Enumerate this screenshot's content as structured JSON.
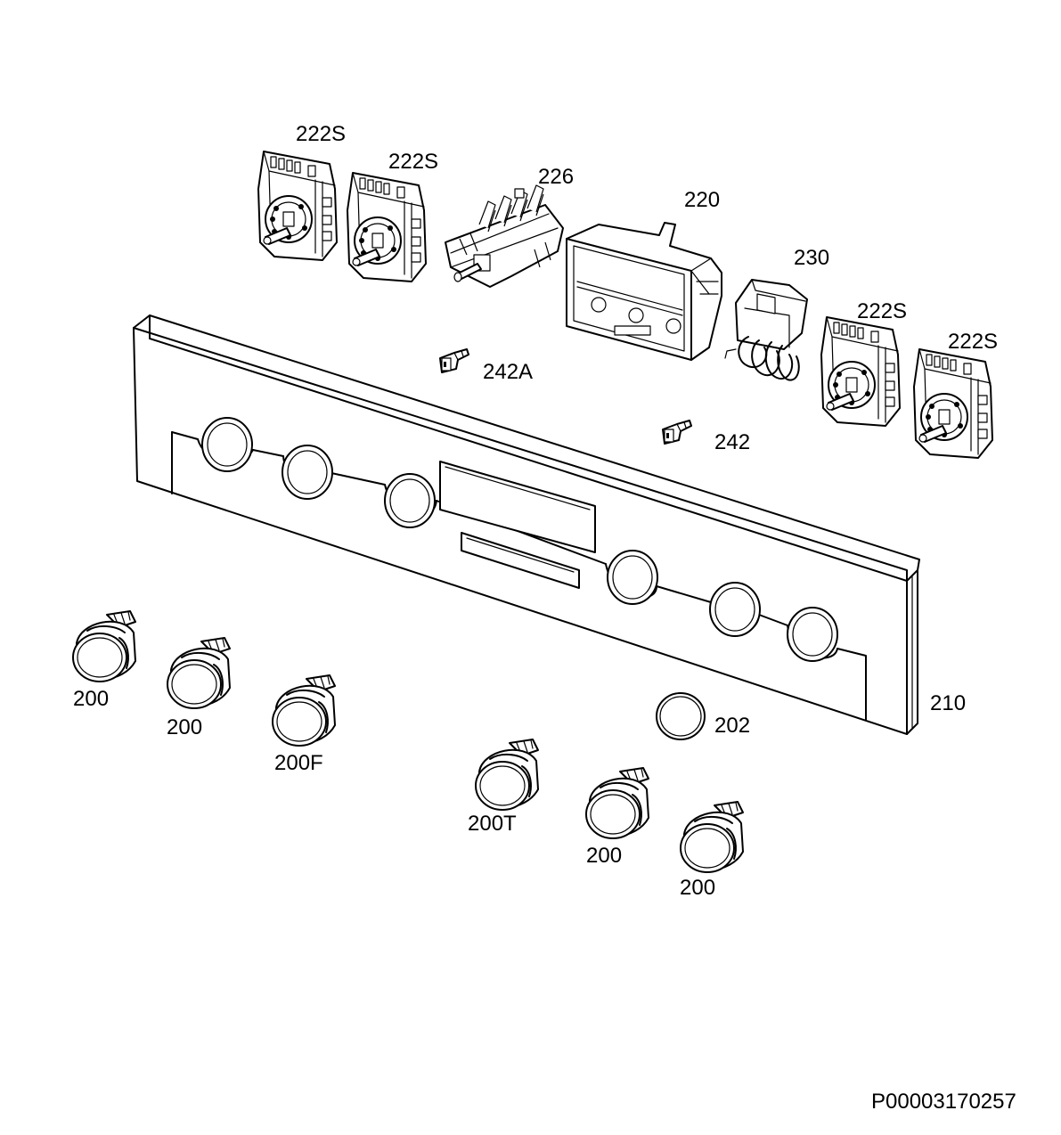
{
  "callouts": {
    "switch_1": "222S",
    "switch_2": "222S",
    "switch_3": "222S",
    "switch_4": "222S",
    "selector": "226",
    "display_housing": "220",
    "thermostat": "230",
    "connector_a": "242A",
    "connector": "242",
    "control_panel": "210",
    "ring": "202",
    "knob_1": "200",
    "knob_2": "200",
    "knob_f": "200F",
    "knob_t": "200T",
    "knob_5": "200",
    "knob_6": "200"
  },
  "drawing_code": "P00003170257"
}
